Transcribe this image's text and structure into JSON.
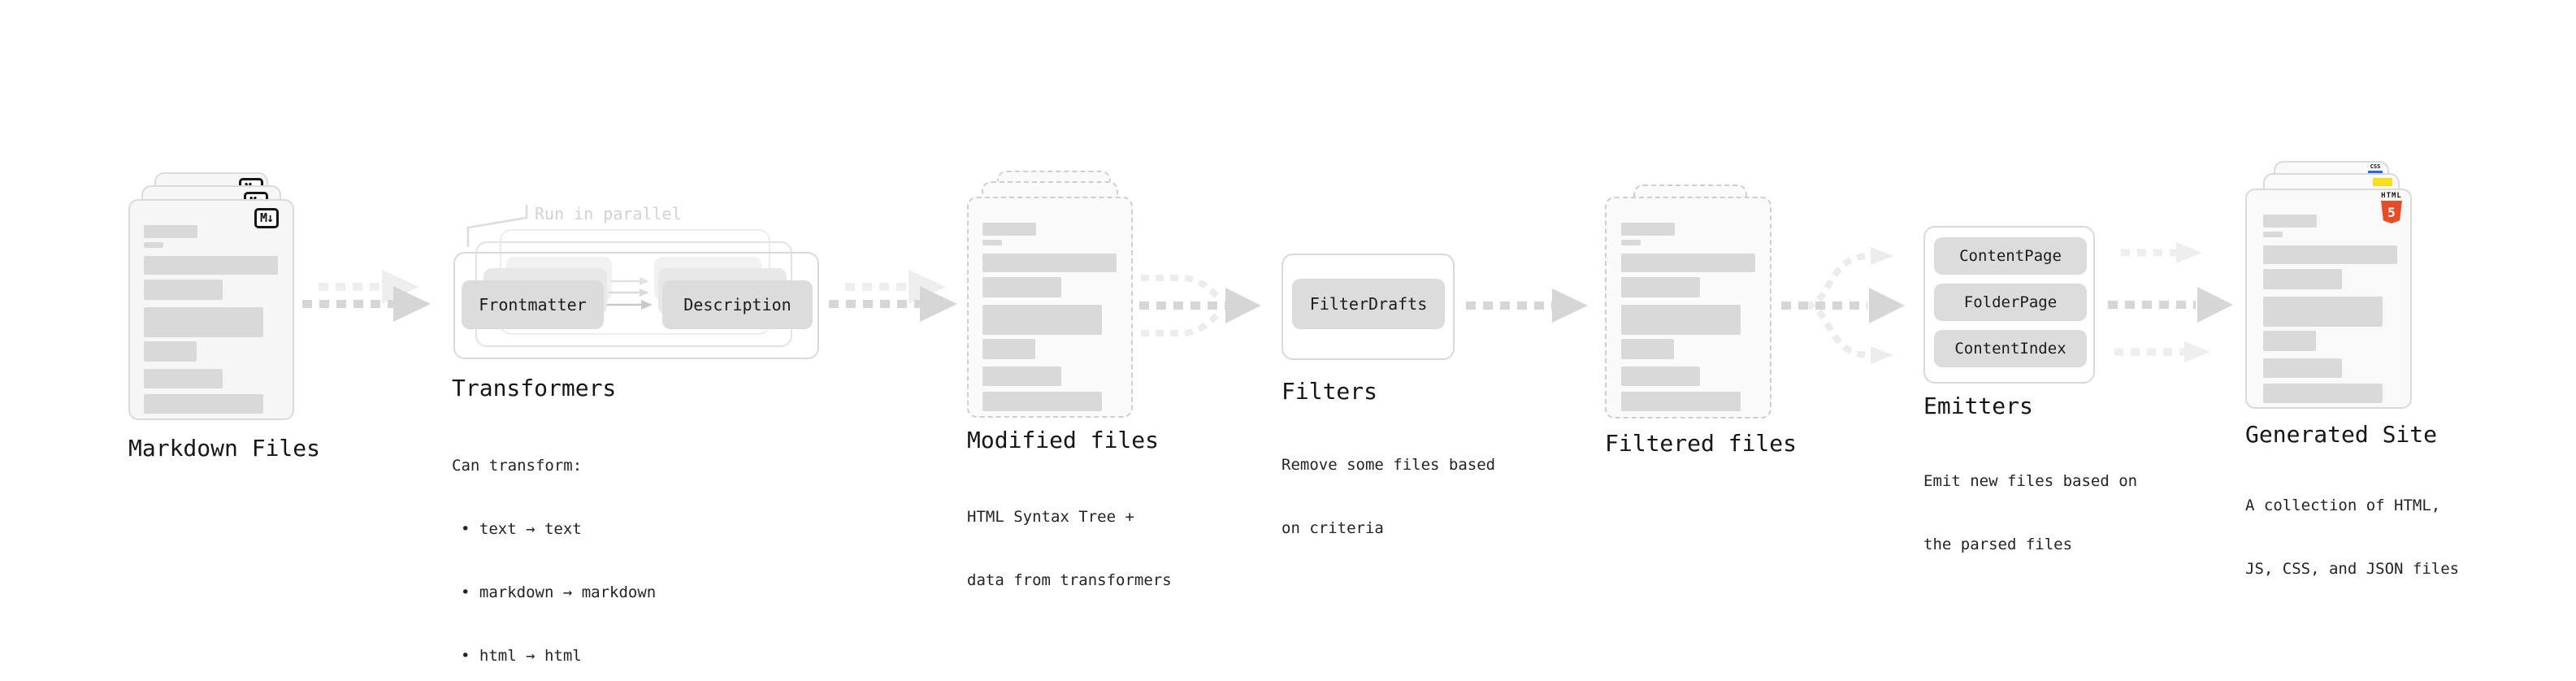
{
  "nodes": {
    "markdown_files": {
      "label": "Markdown Files",
      "badge": "M↓"
    },
    "transformers": {
      "label": "Transformers",
      "annotation": "Run in parallel",
      "pills": [
        "Frontmatter",
        "Description"
      ],
      "description_lines": [
        "Can transform:",
        "• text → text",
        "• markdown → markdown",
        "• html → html"
      ]
    },
    "modified_files": {
      "label": "Modified files",
      "description_lines": [
        "HTML Syntax Tree +",
        "data from transformers"
      ]
    },
    "filters": {
      "label": "Filters",
      "pills": [
        "FilterDrafts"
      ],
      "description_lines": [
        "Remove some files based",
        "on criteria"
      ]
    },
    "filtered_files": {
      "label": "Filtered files"
    },
    "emitters": {
      "label": "Emitters",
      "pills": [
        "ContentPage",
        "FolderPage",
        "ContentIndex"
      ],
      "description_lines": [
        "Emit new files based on",
        "the parsed files"
      ]
    },
    "generated_site": {
      "label": "Generated Site",
      "badges": {
        "css_label": "CSS",
        "html_label": "HTML",
        "html_number": "5"
      },
      "description_lines": [
        "A collection of HTML,",
        "JS, CSS, and JSON files"
      ]
    }
  },
  "colors": {
    "card_fill": "#f6f6f6",
    "pill_fill": "#dcdcdc",
    "arrow_dark": "#d6d6d6",
    "arrow_light": "#eeeeee",
    "text": "#1c1c1c",
    "muted_annotation": "#d2d2d2",
    "css_blue": "#2965f1",
    "js_yellow": "#f7df1e",
    "html_orange": "#e64d26"
  }
}
